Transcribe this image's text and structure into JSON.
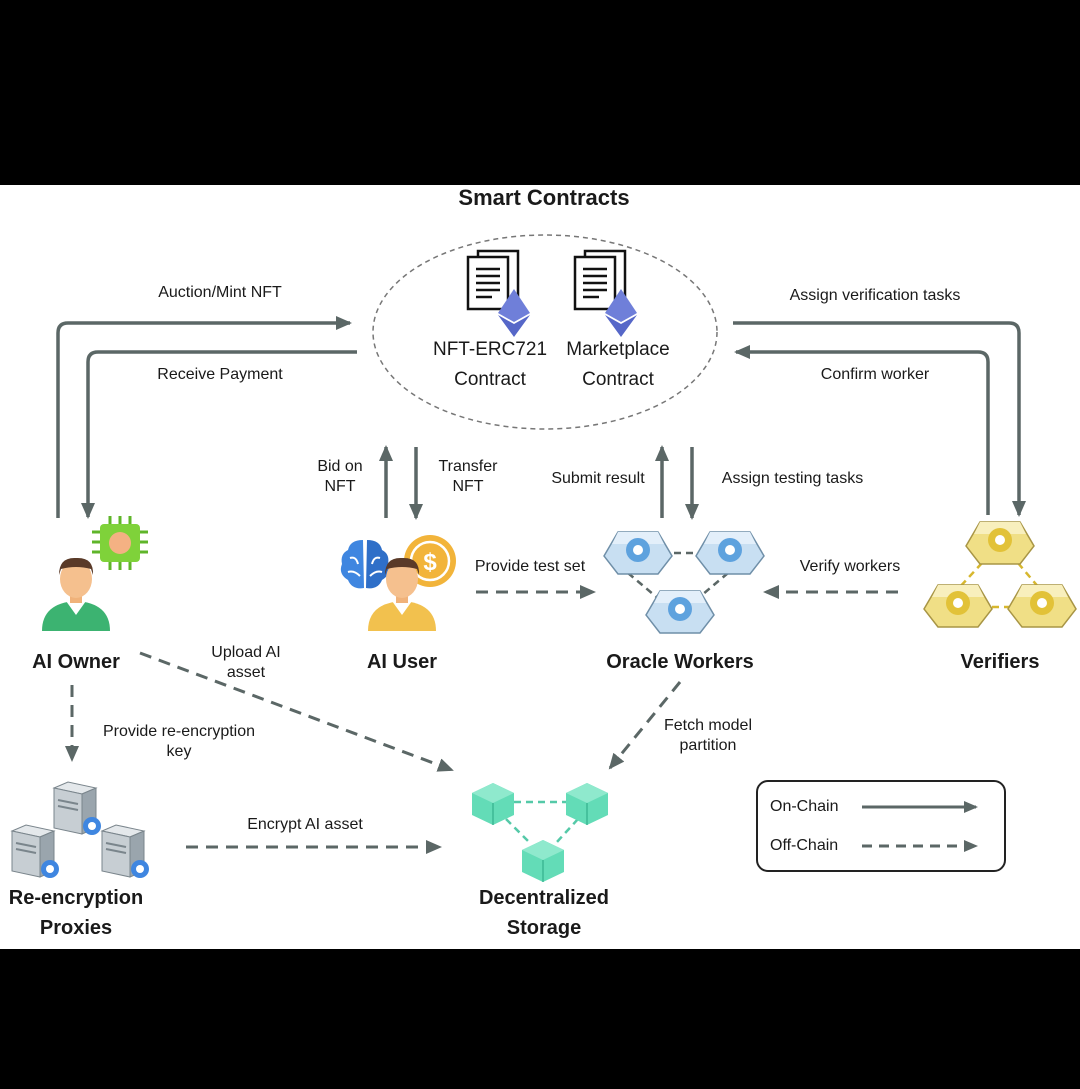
{
  "title": "Smart Contracts",
  "contracts": [
    {
      "line1": "NFT-ERC721",
      "line2": "Contract"
    },
    {
      "line1": "Marketplace",
      "line2": "Contract"
    }
  ],
  "actors": {
    "ai_owner": "AI Owner",
    "ai_user": "AI User",
    "oracle_workers": "Oracle Workers",
    "verifiers": "Verifiers",
    "proxies_line1": "Re-encryption",
    "proxies_line2": "Proxies",
    "storage_line1": "Decentralized",
    "storage_line2": "Storage"
  },
  "edges": {
    "auction_mint": "Auction/Mint NFT",
    "receive_payment": "Receive Payment",
    "assign_verification": "Assign verification tasks",
    "confirm_worker": "Confirm worker",
    "bid_line1": "Bid on",
    "bid_line2": "NFT",
    "transfer_line1": "Transfer",
    "transfer_line2": "NFT",
    "submit_result": "Submit result",
    "assign_testing": "Assign testing tasks",
    "provide_test_set": "Provide test set",
    "verify_workers": "Verify workers",
    "upload_line1": "Upload AI",
    "upload_line2": "asset",
    "reenc_key_line1": "Provide re-encryption",
    "reenc_key_line2": "key",
    "fetch_line1": "Fetch model",
    "fetch_line2": "partition",
    "encrypt_asset": "Encrypt AI asset"
  },
  "legend": {
    "on_chain": "On-Chain",
    "off_chain": "Off-Chain"
  },
  "colors": {
    "arrow": "#5b6766",
    "ethereum": "#6f7fd9",
    "chip": "#7fd23a",
    "coin": "#f2b43a",
    "brain": "#3f86e0",
    "oracle_node": "#9cc4e8",
    "verifier_node": "#f0df86",
    "storage_cube": "#63dcb7",
    "server": "#c7ced3"
  }
}
